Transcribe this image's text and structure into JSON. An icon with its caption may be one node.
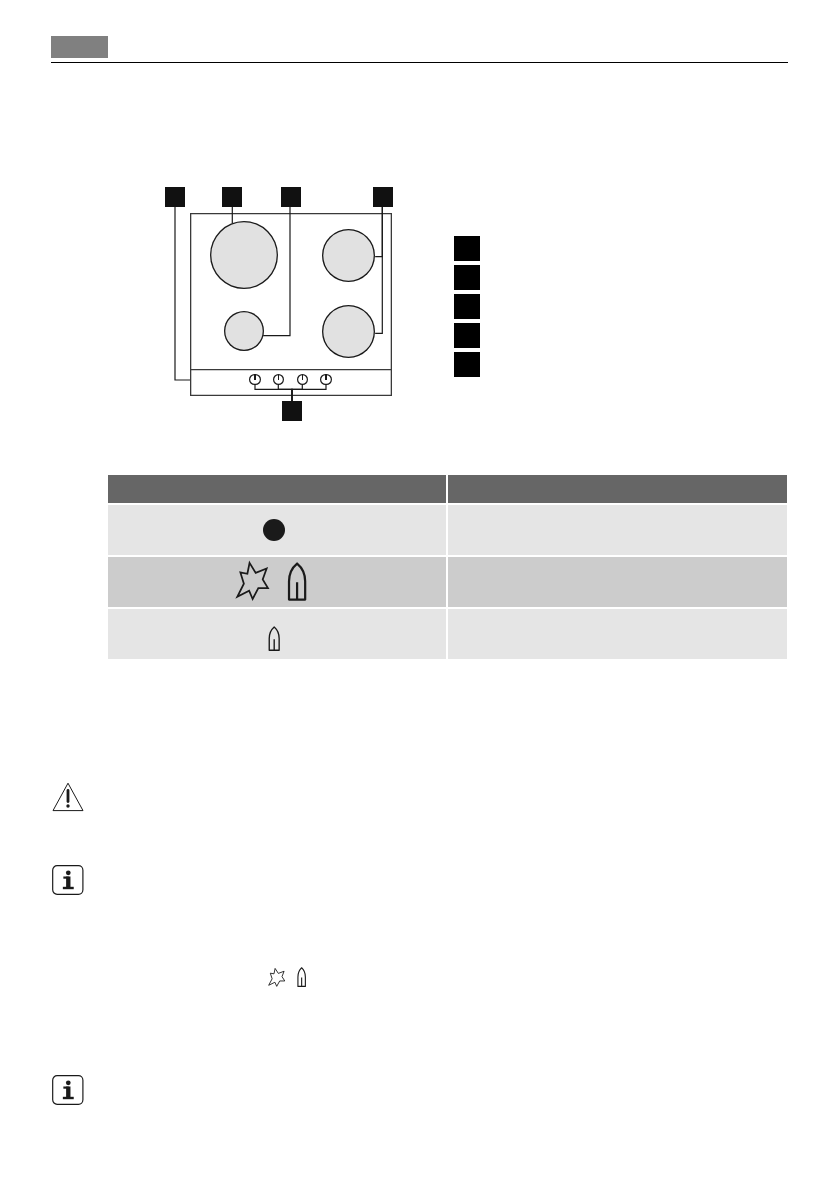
{
  "diagram": {
    "nodes": [
      {
        "text": [],
        "shape": "box"
      },
      {
        "text": [],
        "shape": "box"
      },
      {
        "text": [],
        "shape": "box"
      },
      {
        "text": [],
        "shape": "box"
      },
      {
        "text": [],
        "shape": "box"
      },
      {
        "text": [],
        "shape": "box"
      },
      {
        "text": [],
        "shape": "circle",
        "in": 5
      },
      {
        "text": [],
        "shape": "circle",
        "in": 5
      },
      {
        "text": [],
        "shape": "circle",
        "in": 5
      },
      {
        "text": [],
        "shape": "circle",
        "in": 5
      },
      {
        "text": [],
        "shape": "box",
        "in": 5
      },
      {
        "text": [],
        "shape": "circle",
        "in": 10
      },
      {
        "text": [],
        "shape": "circle",
        "in": 10
      },
      {
        "text": [],
        "shape": "circle",
        "in": 10
      },
      {
        "text": [],
        "shape": "circle",
        "in": 10
      },
      {
        "text": [],
        "shape": "box"
      },
      {
        "text": [],
        "shape": "box"
      },
      {
        "text": [],
        "shape": "box"
      },
      {
        "text": [],
        "shape": "box"
      },
      {
        "text": [],
        "shape": "box"
      },
      {
        "text": [],
        "shape": "box"
      },
      {
        "text": [],
        "shape": "box"
      },
      {
        "text": [],
        "shape": "box"
      },
      {
        "text": [],
        "shape": "box"
      },
      {
        "text": [],
        "shape": "box"
      },
      {
        "text": [],
        "shape": "box"
      },
      {
        "text": [],
        "shape": "box"
      },
      {
        "text": [],
        "shape": "box"
      },
      {
        "text": [],
        "shape": "box"
      }
    ],
    "edges": [
      {
        "from": 1,
        "to": 10,
        "arrow": "none"
      },
      {
        "from": 2,
        "to": 6,
        "arrow": "none"
      },
      {
        "from": 3,
        "to": 8,
        "arrow": "none"
      },
      {
        "from": 4,
        "to": 7,
        "arrow": "none"
      },
      {
        "from": 4,
        "to": 9,
        "arrow": "none"
      },
      {
        "from": 15,
        "to": 11,
        "arrow": "none"
      },
      {
        "from": 15,
        "to": 12,
        "arrow": "none"
      },
      {
        "from": 15,
        "to": 13,
        "arrow": "none"
      },
      {
        "from": 15,
        "to": 14,
        "arrow": "none"
      }
    ]
  }
}
